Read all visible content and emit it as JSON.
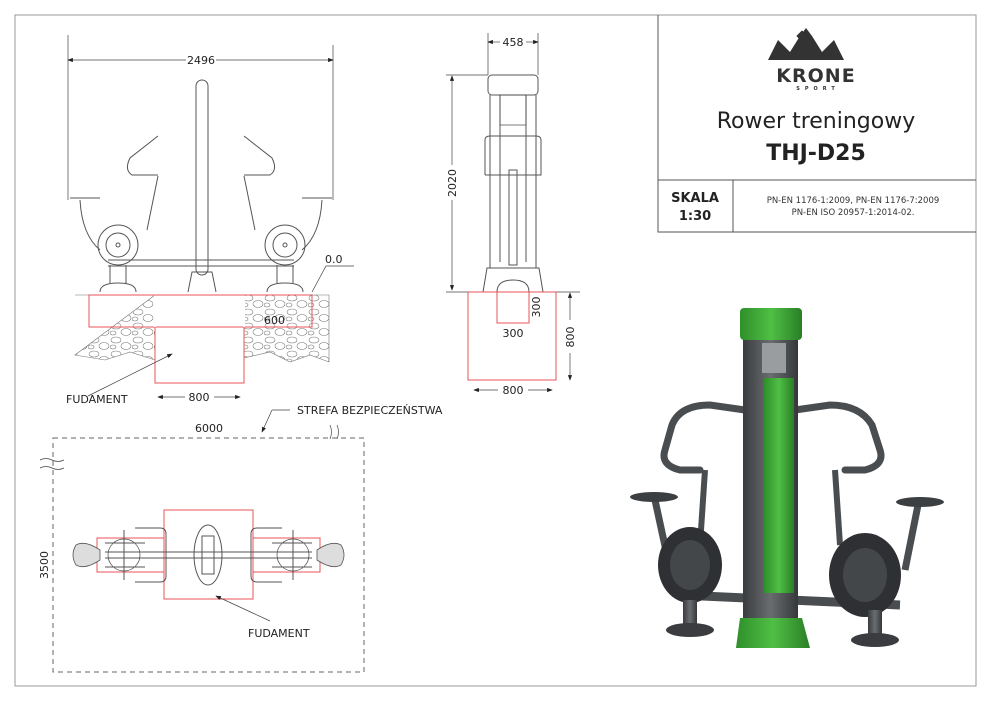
{
  "title_block": {
    "logo": {
      "brand": "KRONE",
      "sub": "SPORT"
    },
    "product_name": "Rower treningowy",
    "model": "THJ-D25",
    "scale_label": "SKALA",
    "scale_value": "1:30",
    "standards_line1": "PN-EN 1176-1:2009, PN-EN 1176-7:2009",
    "standards_line2": "PN-EN ISO 20957-1:2014-02."
  },
  "front_view": {
    "width_dim": "2496",
    "ground_level": "0.0",
    "slab_depth": "600",
    "foundation_width": "800",
    "foundation_label": "FUDAMENT"
  },
  "side_view": {
    "width_dim": "458",
    "height_dim": "2020",
    "inner_depth": "300",
    "inner_width": "300",
    "foundation_depth": "800",
    "foundation_width": "800"
  },
  "plan_view": {
    "safety_zone_label": "STREFA BEZPIECZEŃSTWA",
    "zone_length": "6000",
    "zone_width": "3500",
    "foundation_label": "FUDAMENT"
  },
  "colors": {
    "accent_green": "#3aa335",
    "frame_gray": "#4a4d50",
    "foundation_red": "#e8555a"
  }
}
